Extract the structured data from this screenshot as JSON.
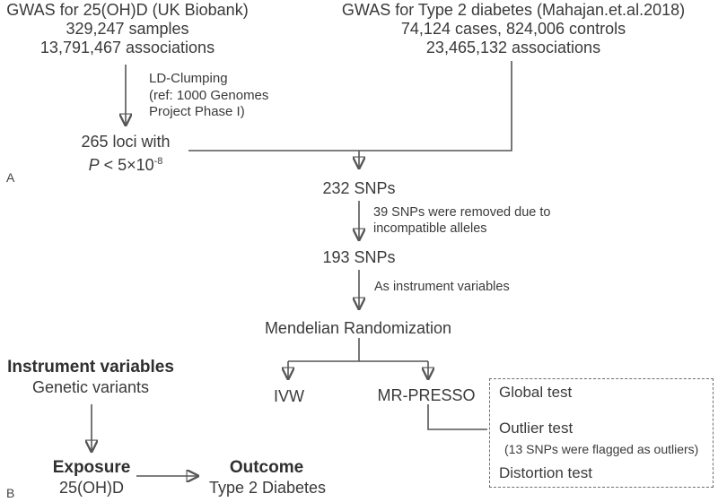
{
  "figure": {
    "type": "flow-diagram",
    "description_visible": false
  },
  "colors": {
    "text": "#3a3a3a",
    "line": "#555555",
    "arrowhead": "#3d3d3d",
    "dashed_border": "#6e6e6e",
    "background": "#ffffff"
  },
  "panel_a": {
    "label": "A",
    "gwas_exposure": {
      "title": "GWAS for 25(OH)D (UK Biobank)",
      "samples": "329,247 samples",
      "associations": "13,791,467 associations"
    },
    "gwas_outcome": {
      "title": "GWAS for Type 2 diabetes (Mahajan.et.al.2018)",
      "cases_controls": "74,124 cases, 824,006 controls",
      "associations": "23,465,132 associations"
    },
    "ld_clumping": {
      "line1": "LD-Clumping",
      "line2": "(ref: 1000 Genomes",
      "line3": "Project Phase I)"
    },
    "loci": {
      "line1": "265 loci with",
      "p_symbol": "P",
      "p_comparison": " < 5×10",
      "p_exponent": "-8"
    },
    "snps_232": "232 SNPs",
    "removed": {
      "line1": "39 SNPs were removed due to",
      "line2": "incompatible alleles"
    },
    "snps_193": "193 SNPs",
    "as_instrument": "As instrument variables",
    "mendelian_randomization": "Mendelian Randomization",
    "ivw": "IVW",
    "mr_presso": "MR-PRESSO",
    "presso_box": {
      "global_test": "Global test",
      "outlier_test": "Outlier test",
      "outlier_note": "(13 SNPs were flagged as outliers)",
      "distortion_test": "Distortion test"
    }
  },
  "panel_b": {
    "label": "B",
    "instrument": {
      "title": "Instrument variables",
      "subtitle": "Genetic variants"
    },
    "exposure": {
      "title": "Exposure",
      "subtitle": "25(OH)D"
    },
    "outcome": {
      "title": "Outcome",
      "subtitle": "Type 2 Diabetes"
    }
  }
}
